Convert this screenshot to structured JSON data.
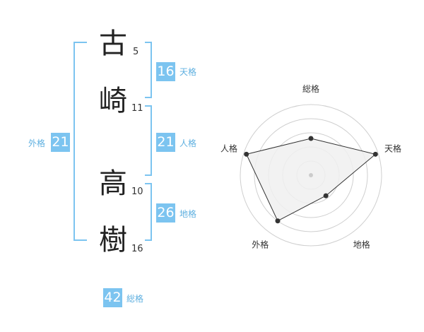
{
  "name": {
    "chars": [
      {
        "kanji": "古",
        "strokes": "5"
      },
      {
        "kanji": "崎",
        "strokes": "11"
      },
      {
        "kanji": "高",
        "strokes": "10"
      },
      {
        "kanji": "樹",
        "strokes": "16"
      }
    ]
  },
  "kaku": {
    "tenkaku": {
      "value": "16",
      "label": "天格"
    },
    "jinkaku": {
      "value": "21",
      "label": "人格"
    },
    "chikaku": {
      "value": "26",
      "label": "地格"
    },
    "gaikaku": {
      "value": "21",
      "label": "外格"
    },
    "soukaku": {
      "value": "42",
      "label": "総格"
    }
  },
  "radar": {
    "axes": [
      "総格",
      "天格",
      "地格",
      "外格",
      "人格"
    ],
    "levels": 5,
    "values": [
      2.6,
      4.8,
      1.8,
      4.0,
      4.8
    ],
    "colors": {
      "fill": "#f0f0f0",
      "line": "#333333",
      "grid": "#cfcfcf",
      "dot": "#333333",
      "center": "#cccccc"
    }
  }
}
